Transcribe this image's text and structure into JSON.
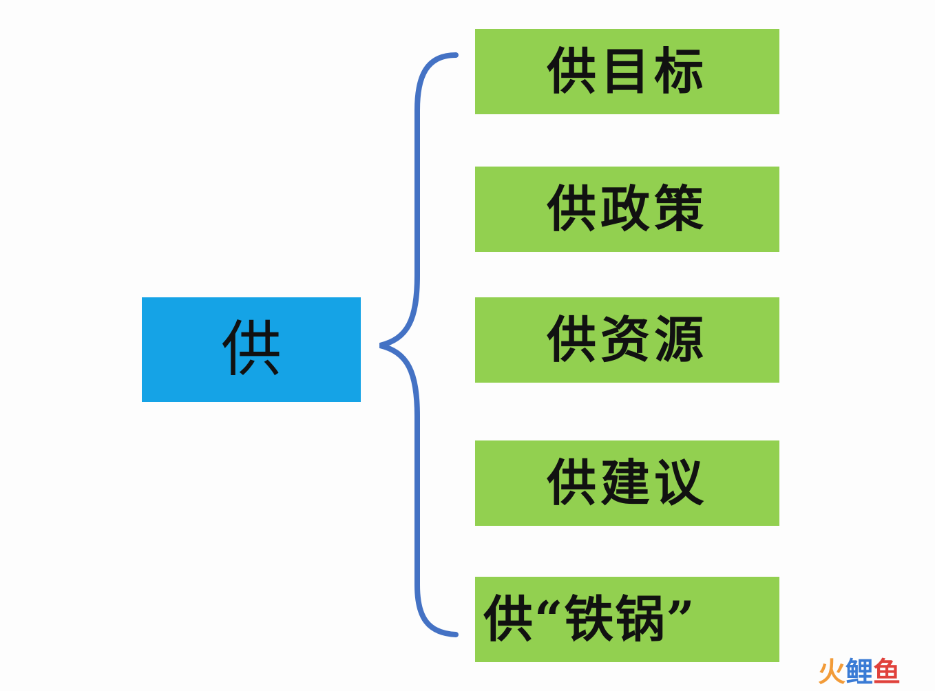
{
  "root": {
    "label": "供",
    "color": "#15a3e6"
  },
  "brace_color": "#4472c4",
  "branches": [
    {
      "label": "供目标"
    },
    {
      "label": "供政策"
    },
    {
      "label": "供资源"
    },
    {
      "label": "供建议"
    },
    {
      "label": "供“铁锅”"
    }
  ],
  "branch_color": "#92d050",
  "watermark": {
    "text": "火鲤鱼"
  }
}
